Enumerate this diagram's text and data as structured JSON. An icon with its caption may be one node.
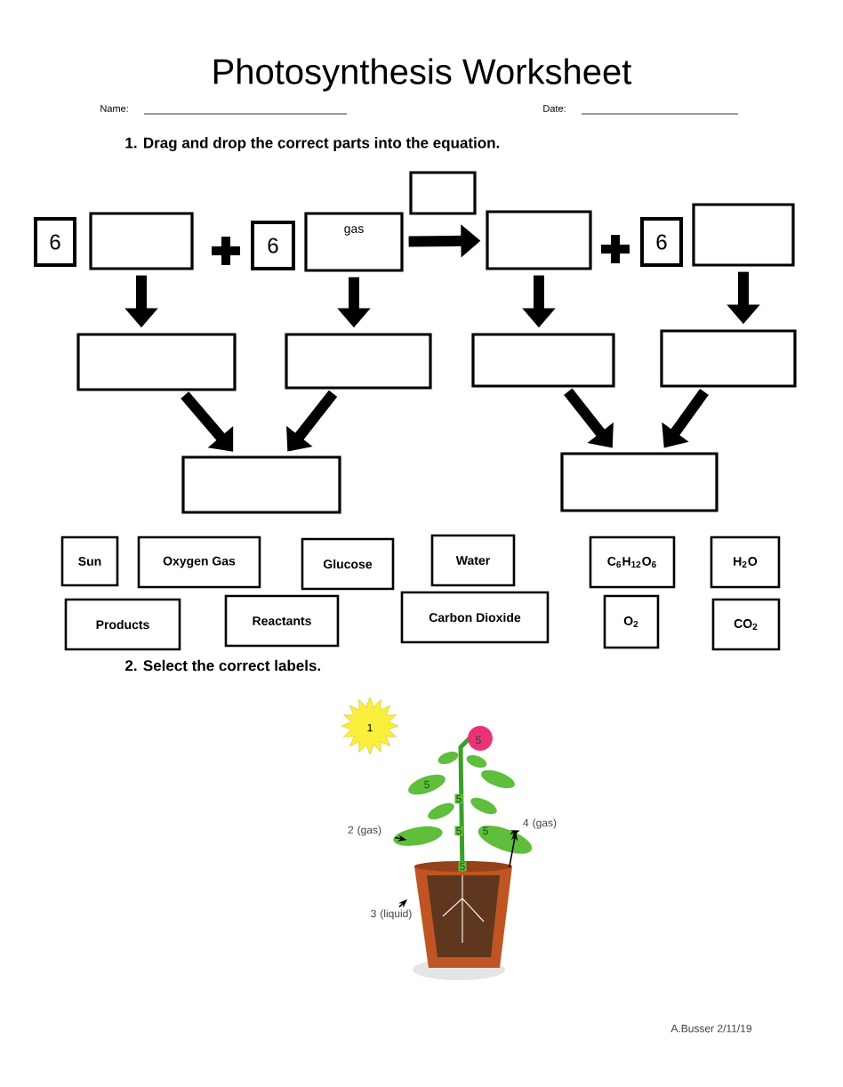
{
  "diagram": {
    "title": "Photosynthesis Worksheet",
    "nodes": [
      {
        "text": [
          "6"
        ]
      },
      {
        "text": [],
        "shape": "box"
      },
      {
        "text": [
          "6"
        ]
      },
      {
        "text": [
          "gas"
        ]
      },
      {
        "text": [],
        "shape": "box"
      },
      {
        "text": [],
        "shape": "box"
      },
      {
        "text": [
          "6"
        ]
      },
      {
        "text": [],
        "shape": "box"
      },
      {
        "text": [],
        "shape": "box"
      },
      {
        "text": [],
        "shape": "box"
      },
      {
        "text": [],
        "shape": "box"
      },
      {
        "text": [],
        "shape": "box"
      },
      {
        "text": [],
        "shape": "box"
      },
      {
        "text": [],
        "shape": "box"
      },
      {
        "text": [
          "Sun"
        ]
      },
      {
        "text": [
          "Oxygen Gas"
        ]
      },
      {
        "text": [
          "Glucose"
        ]
      },
      {
        "text": [
          "Water"
        ]
      },
      {
        "text": [
          "C$_{6}$H$_{12}$O$_{6}$"
        ]
      },
      {
        "text": [
          "H$_{2}$O"
        ]
      },
      {
        "text": [
          "Products"
        ]
      },
      {
        "text": [
          "Reactants"
        ]
      },
      {
        "text": [
          "Carbon Dioxide"
        ]
      },
      {
        "text": [
          "O$_{2}$"
        ]
      },
      {
        "text": [
          "CO$_{2}$"
        ]
      },
      {
        "text": [],
        "shape": "picture"
      },
      {
        "text": [
          "2 (gas)"
        ]
      },
      {
        "text": [
          "4 (gas)"
        ]
      },
      {
        "text": [
          "3 (liquid)"
        ]
      }
    ],
    "edges": [
      {
        "from": 3,
        "to": 5,
        "arrow": "to"
      },
      {
        "from": 1,
        "to": 8,
        "arrow": "to"
      },
      {
        "from": 3,
        "to": 9,
        "arrow": "to"
      },
      {
        "from": 5,
        "to": 10,
        "arrow": "to"
      },
      {
        "from": 7,
        "to": 11,
        "arrow": "to"
      },
      {
        "from": 8,
        "to": 12,
        "arrow": "to"
      },
      {
        "from": 9,
        "to": 12,
        "arrow": "to"
      },
      {
        "from": 10,
        "to": 13,
        "arrow": "to"
      },
      {
        "from": 11,
        "to": 13,
        "arrow": "to"
      },
      {
        "from": 26,
        "to": 25,
        "arrow": "to"
      },
      {
        "from": 25,
        "to": 27,
        "arrow": "to"
      },
      {
        "from": 25,
        "to": 27,
        "arrow": "to"
      },
      {
        "from": 28,
        "to": 25,
        "arrow": "to"
      }
    ],
    "labels": [
      "Name:",
      "Date:",
      "1. Drag and drop the correct parts into the equation.",
      "2. Select the correct labels.",
      "1",
      "5",
      "5",
      "5",
      "5",
      "5",
      "5",
      "A.Busser 2/11/19"
    ]
  }
}
